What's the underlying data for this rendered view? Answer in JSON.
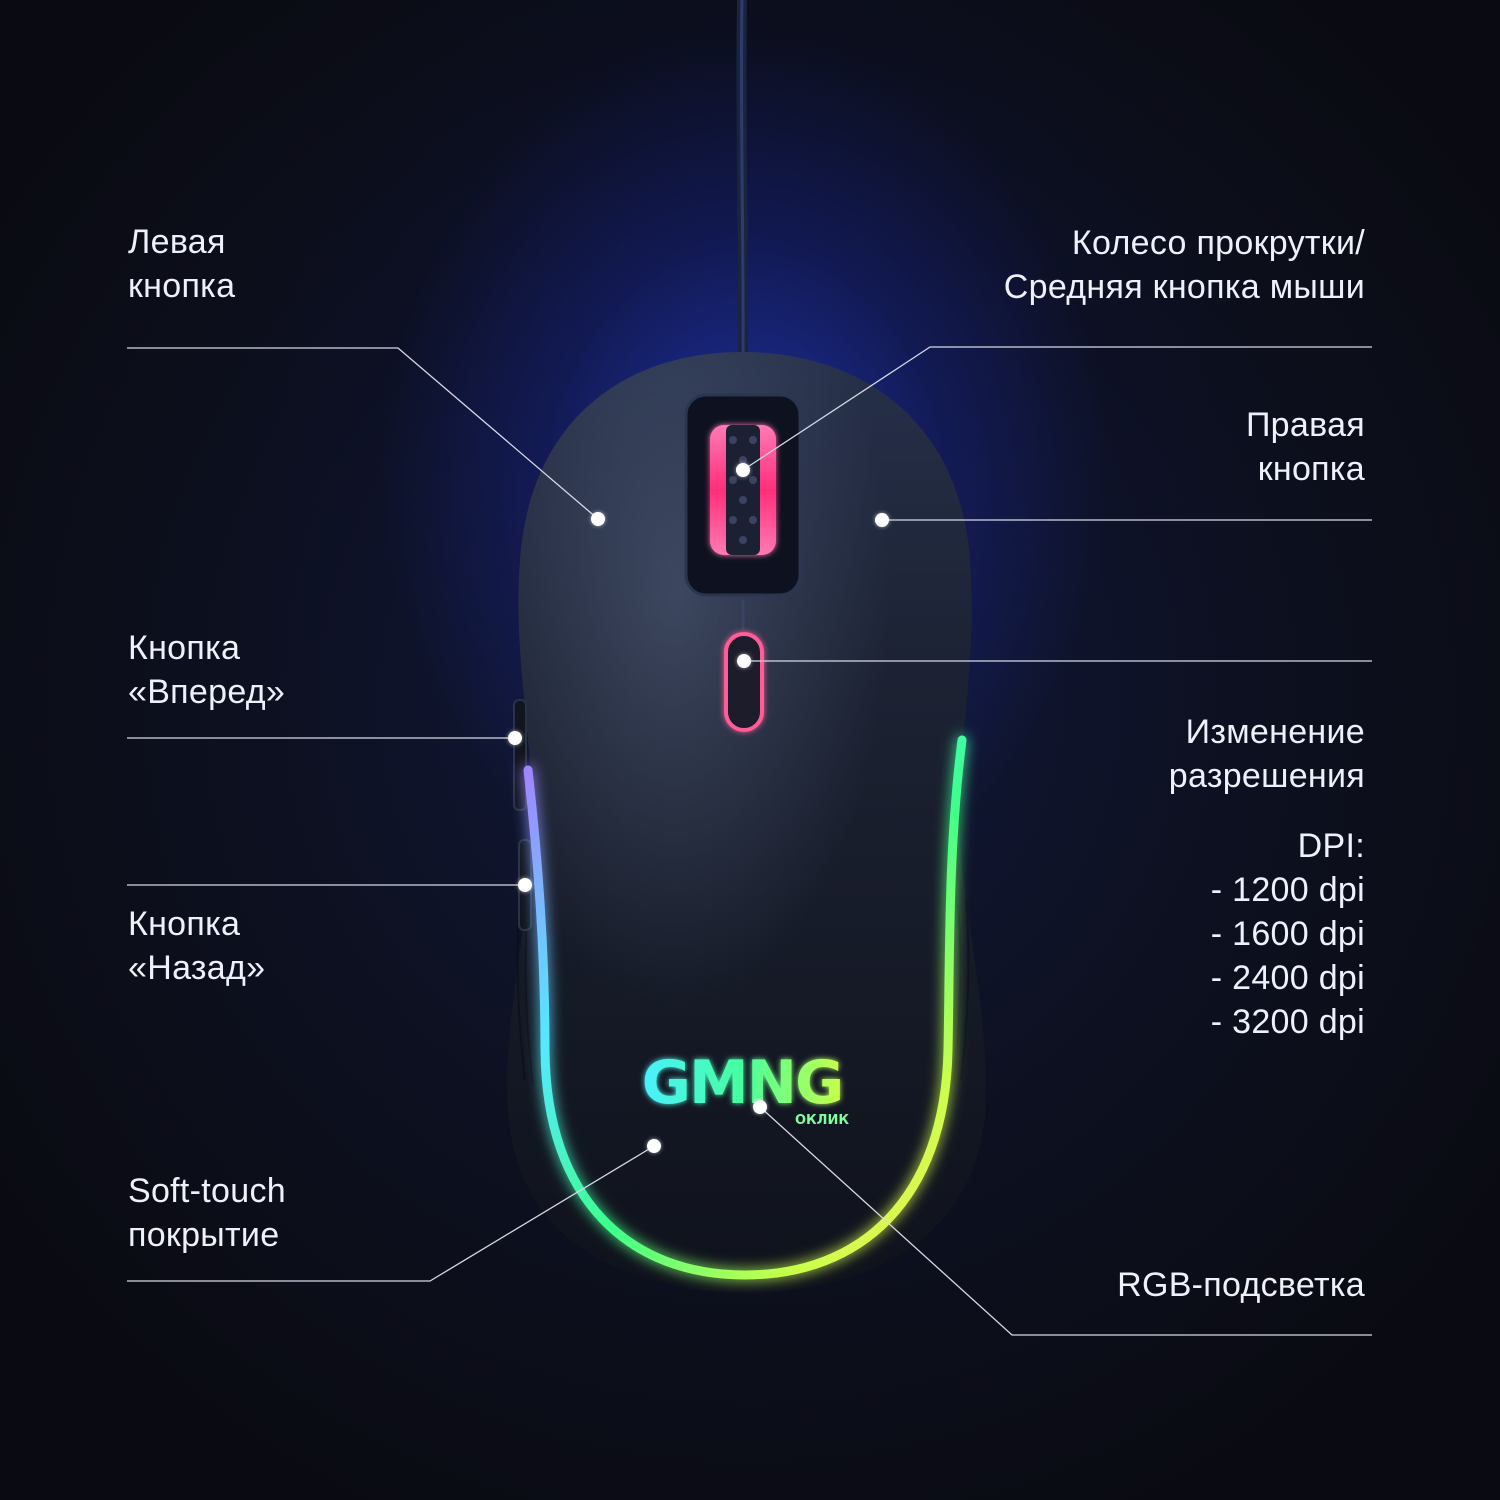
{
  "labels": {
    "left_button": "Левая\nкнопка",
    "scroll_wheel": "Колесо прокрутки/\nСредняя кнопка мыши",
    "right_button": "Правая\nкнопка",
    "forward_button": "Кнопка\n«Вперед»",
    "dpi_switch": "Изменение\nразрешения",
    "dpi_list": "DPI:\n- 1200 dpi\n- 1600 dpi\n- 2400 dpi\n- 3200 dpi",
    "back_button": "Кнопка\n«Назад»",
    "soft_touch": "Soft-touch\nпокрытие",
    "rgb": "RGB-подсветка"
  },
  "logo": {
    "brand": "GMNG",
    "sub": "ОКЛИК"
  },
  "dpi_levels": [
    1200,
    1600,
    2400,
    3200
  ],
  "colors": {
    "glow_blue": "#2846ff",
    "mouse_body": "#1a1f2c",
    "wheel_pink": "#ff3d8b",
    "rgb_green": "#39ff8a",
    "rgb_yellow": "#f3ff52",
    "rgb_purple": "#b57dff",
    "rgb_cyan": "#4bf0ff",
    "leader_line": "#d6d9e6"
  }
}
